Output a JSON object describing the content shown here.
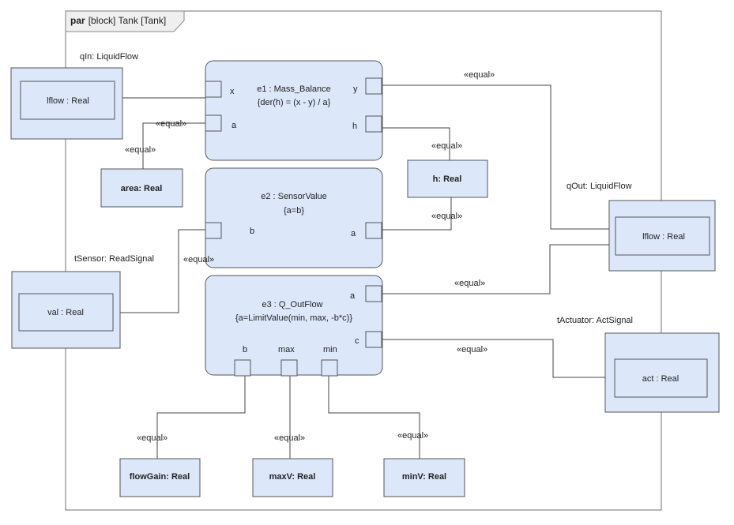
{
  "frame": {
    "keyword": "par",
    "title": "[block] Tank [Tank]"
  },
  "colors": {
    "block_fill": "#dce8fa",
    "block_stroke": "#555555",
    "line": "#444444",
    "frame_stroke": "#888888"
  },
  "ports_external": {
    "qIn": {
      "label": "qIn: LiquidFlow",
      "inner": "lflow : Real"
    },
    "qOut": {
      "label": "qOut: LiquidFlow",
      "inner": "lflow : Real"
    },
    "tSensor": {
      "label": "tSensor: ReadSignal",
      "inner": "val : Real"
    },
    "tActuator": {
      "label": "tActuator: ActSignal",
      "inner": "act : Real"
    }
  },
  "constraints": {
    "e1": {
      "name": "e1 : Mass_Balance",
      "expr": "{der(h) = (x - y) / a}",
      "ports": {
        "x": "x",
        "a": "a",
        "y": "y",
        "h": "h"
      }
    },
    "e2": {
      "name": "e2 : SensorValue",
      "expr": "{a=b}",
      "ports": {
        "b": "b",
        "a": "a"
      }
    },
    "e3": {
      "name": "e3 : Q_OutFlow",
      "expr": "{a=LimitValue(min, max, -b*c)}",
      "ports": {
        "a": "a",
        "c": "c",
        "b": "b",
        "max": "max",
        "min": "min"
      }
    }
  },
  "values": {
    "area": "area: Real",
    "h": "h: Real",
    "flowGain": "flowGain: Real",
    "maxV": "maxV: Real",
    "minV": "minV: Real"
  },
  "connector_label": "«equal»"
}
